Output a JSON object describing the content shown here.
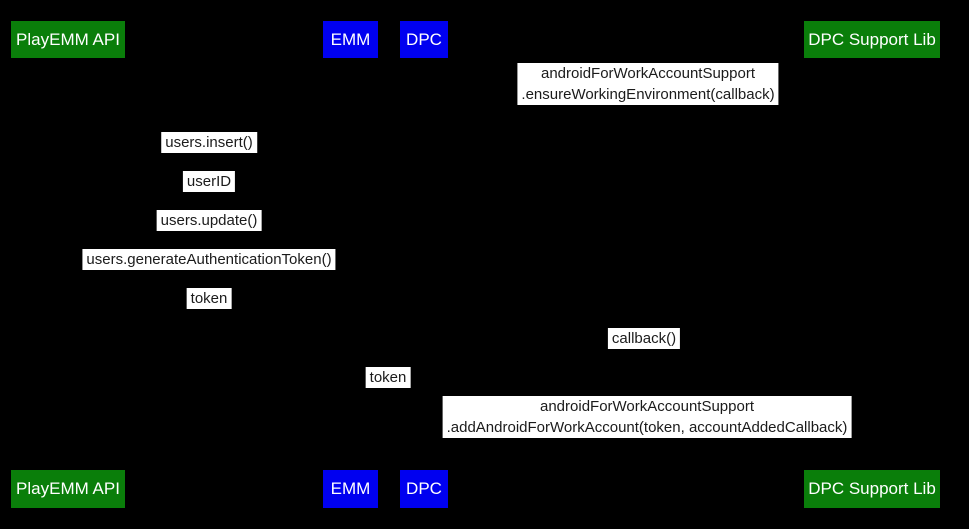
{
  "colors": {
    "background": "#000000",
    "actor_green": "#0a7e0a",
    "actor_blue": "#0000f0",
    "actor_text": "#ffffff",
    "message_background": "#ffffff",
    "message_text": "#1b1b1b"
  },
  "actors": {
    "playemm": {
      "label": "PlayEMM API",
      "color": "#0a7e0a"
    },
    "emm": {
      "label": "EMM",
      "color": "#0000f0"
    },
    "dpc": {
      "label": "DPC",
      "color": "#0000f0"
    },
    "dpc_support": {
      "label": "DPC Support Lib",
      "color": "#0a7e0a"
    }
  },
  "messages": {
    "ensure_env": {
      "line1": "androidForWorkAccountSupport",
      "line2": ".ensureWorkingEnvironment(callback)"
    },
    "users_insert": {
      "text": "users.insert()"
    },
    "user_id": {
      "text": "userID"
    },
    "users_update": {
      "text": "users.update()"
    },
    "generate_token": {
      "text": "users.generateAuthenticationToken()"
    },
    "token_return": {
      "text": "token"
    },
    "callback": {
      "text": "callback()"
    },
    "token_to_dpc": {
      "text": "token"
    },
    "add_account": {
      "line1": "androidForWorkAccountSupport",
      "line2": ".addAndroidForWorkAccount(token, accountAddedCallback)"
    }
  }
}
